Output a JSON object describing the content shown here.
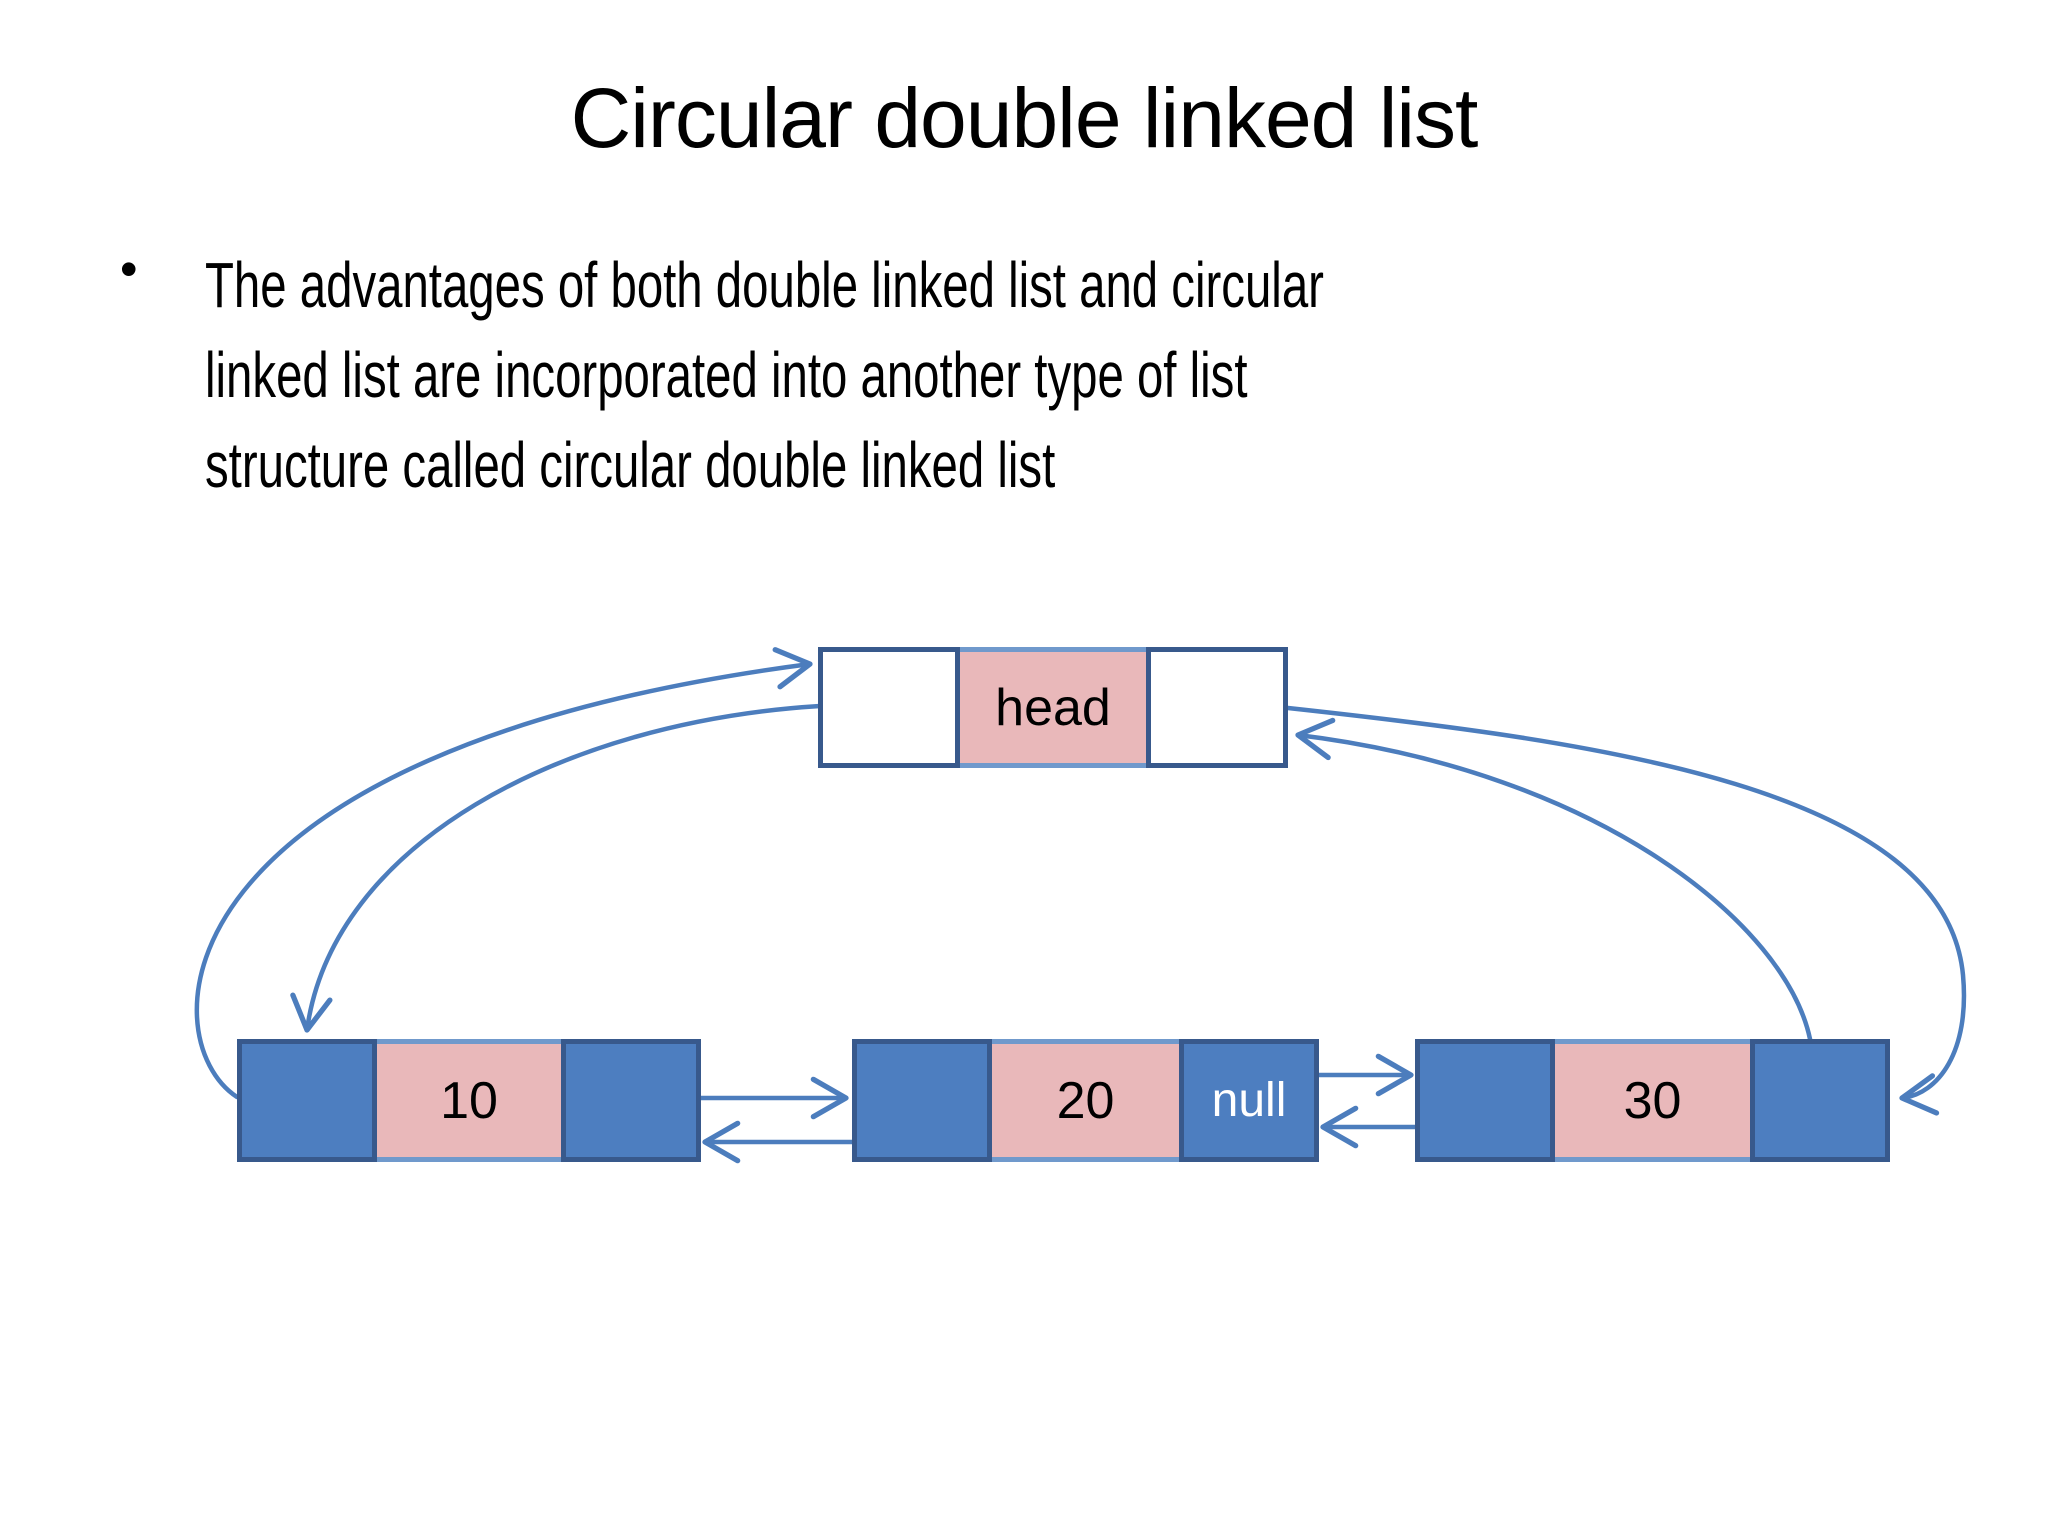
{
  "theme": {
    "background": "#ffffff",
    "text_color": "#000000",
    "node_fill_blue": "#4d7ec0",
    "node_border_dark": "#38598c",
    "node_fill_pink": "#e9b8ba",
    "node_border_light": "#7099cc",
    "head_pointer_fill": "#ffffff",
    "arrow_color": "#4c7dbd"
  },
  "slide": {
    "title": "Circular double linked list",
    "bullet_char": "•",
    "bullet_lines": [
      "The advantages of both double linked list and circular",
      "linked list are incorporated into another type of list",
      "structure called circular double linked list"
    ]
  },
  "diagram": {
    "head": {
      "label": "head"
    },
    "nodes": [
      {
        "value": "10",
        "pointer_label": ""
      },
      {
        "value": "20",
        "pointer_label": "null"
      },
      {
        "value": "30",
        "pointer_label": ""
      }
    ],
    "links": [
      {
        "from": "node-10",
        "to": "node-20",
        "type": "next"
      },
      {
        "from": "node-20",
        "to": "node-10",
        "type": "prev"
      },
      {
        "from": "node-20",
        "to": "node-30",
        "type": "next"
      },
      {
        "from": "node-30",
        "to": "node-20",
        "type": "prev"
      },
      {
        "from": "head",
        "to": "node-10",
        "type": "next"
      },
      {
        "from": "node-10",
        "to": "head",
        "type": "prev"
      },
      {
        "from": "head",
        "to": "node-30",
        "type": "prev"
      },
      {
        "from": "node-30",
        "to": "head",
        "type": "next"
      }
    ]
  }
}
